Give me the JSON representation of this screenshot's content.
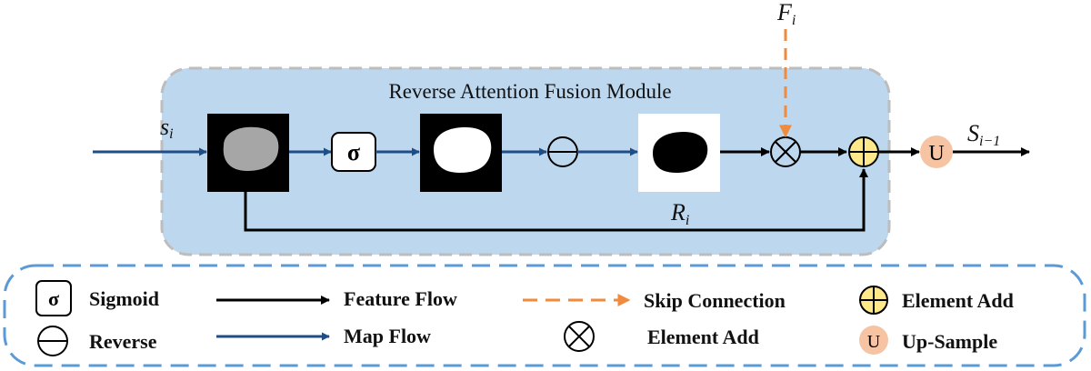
{
  "module": {
    "title": "Reverse Attention Fusion Module"
  },
  "labels": {
    "input_main": "s",
    "input_sub": "i",
    "skip_main": "F",
    "skip_sub": "i",
    "reverse_main": "R",
    "reverse_sub": "i",
    "output_main": "S",
    "output_sub": "i−1"
  },
  "symbols": {
    "sigma": "σ",
    "upsample": "U"
  },
  "legend": {
    "sigmoid": "Sigmoid",
    "reverse": "Reverse",
    "feature_flow": "Feature Flow",
    "map_flow": "Map Flow",
    "skip_connection": "Skip Connection",
    "element_mult": "Element Add",
    "element_add": "Element Add",
    "upsample": "Up-Sample"
  },
  "colors": {
    "module_fill": "#bcd7ee",
    "module_border": "#bdbdbd",
    "map_flow": "#1f4e86",
    "feature_flow": "#000000",
    "skip_connection": "#f08a3c",
    "element_add_fill": "#ffe88a",
    "upsample_fill": "#f6c3a3",
    "legend_border": "#5b9bd5"
  },
  "icons": {
    "sigmoid": "sigma-box-icon",
    "reverse": "circle-minus-icon",
    "multiply": "circle-times-icon",
    "add": "circle-plus-icon",
    "upsample": "u-circle-icon"
  }
}
